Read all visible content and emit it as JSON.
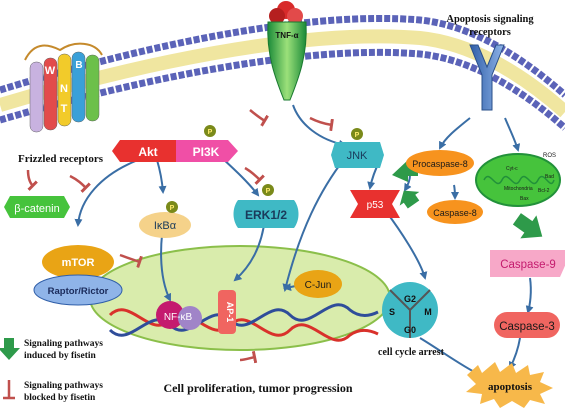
{
  "labels": {
    "tnf": "TNF-α",
    "apoptosis_receptors_l1": "Apoptosis signaling",
    "apoptosis_receptors_l2": "receptors",
    "frizzled": "Frizzled receptors",
    "wnt_w": "W",
    "wnt_n": "N",
    "wnt_t": "T",
    "wnt_b": "B",
    "akt": "Akt",
    "pi3k": "PI3K",
    "jnk": "JNK",
    "beta_catenin": "β-catenin",
    "ikba": "IκBα",
    "erk": "ERK1/2",
    "mtor": "mTOR",
    "raptor": "Raptor/Rictor",
    "p53": "p53",
    "procaspase8": "Procaspase-8",
    "caspase8": "Caspase-8",
    "ros": "ROS",
    "cytc": "Cyt-c",
    "mitochondria": "Mitochondria",
    "bcl2": "Bcl-2",
    "bax": "Bax",
    "bad": "Bad",
    "caspase9": "Caspase-9",
    "caspase3": "Caspase-3",
    "cjun": "C-Jun",
    "ap1": "AP-1",
    "nfkb": "NF-κB",
    "g2": "G2",
    "s": "S",
    "m": "M",
    "g0": "G0",
    "cell_cycle_arrest": "cell cycle arrest",
    "apoptosis": "apoptosis",
    "proliferation": "Cell proliferation, tumor progression",
    "phospho": "P"
  },
  "legend": {
    "induced_l1": "Signaling pathways",
    "induced_l2": "induced by fisetin",
    "blocked_l1": "Signaling pathways",
    "blocked_l2": "blocked by fisetin"
  },
  "colors": {
    "membrane_head": "#5b63b8",
    "membrane_tail": "#f0e6a0",
    "arrow_blue": "#3a6ea5",
    "inhibit_red": "#c0504d",
    "induce_green": "#2e9a4a",
    "node_red": "#e8312f",
    "node_pink": "#f04fa6",
    "node_teal": "#3fb9c5",
    "node_gold": "#e9a415",
    "node_orange": "#f7931e",
    "node_green": "#46c33c",
    "node_darkgreen": "#22913a",
    "node_salmon": "#f06560",
    "node_lightpink": "#f7a8c8",
    "nucleus_green": "#d9ecac",
    "dna_red": "#d9312b",
    "dna_blue": "#2f4d9a"
  }
}
